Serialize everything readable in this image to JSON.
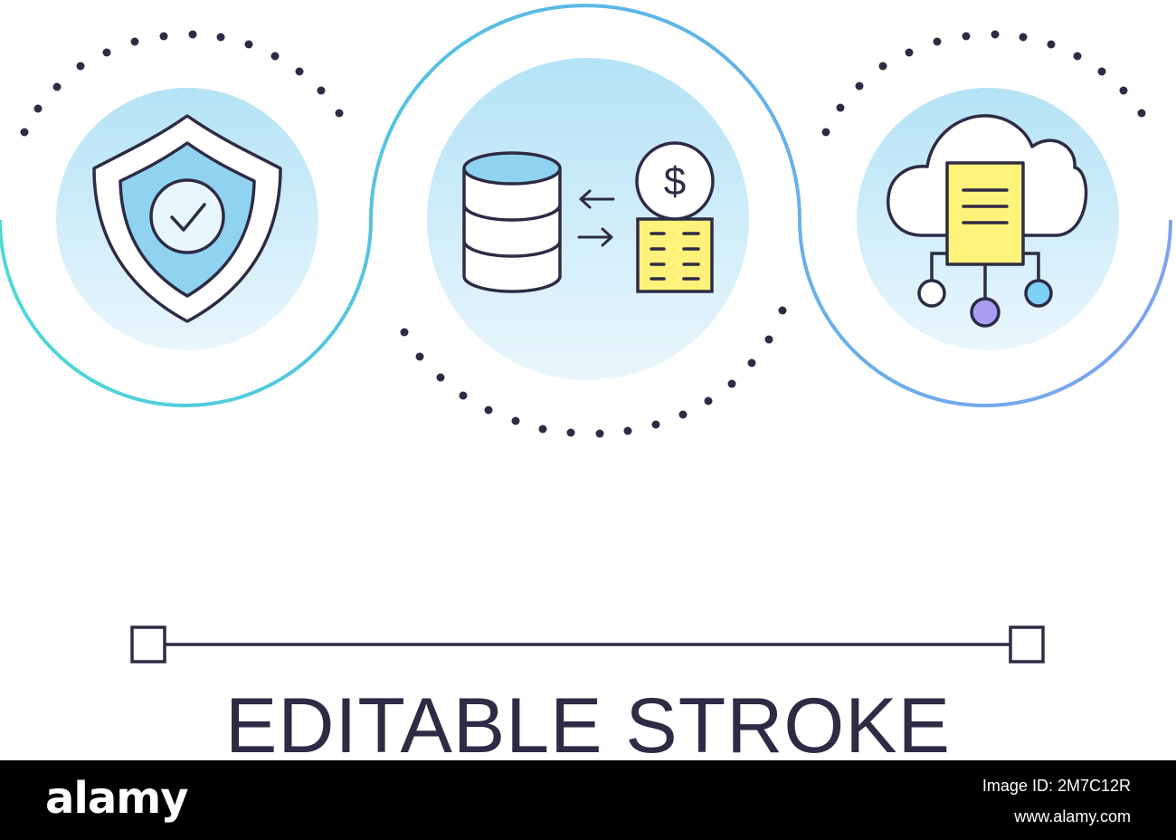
{
  "caption": "EDITABLE STROKE",
  "watermark": {
    "brand": "alamy",
    "image_id": "Image ID: 2M7C12R",
    "site": "www.alamy.com"
  },
  "icons": [
    "shield-check-icon",
    "database-icon",
    "exchange-arrows-icon",
    "dollar-coin-icon",
    "coin-stack-icon",
    "cloud-document-icon",
    "network-nodes-icon"
  ],
  "colors": {
    "outline": "#2e2b45",
    "bubble_light": "#e8f6fd",
    "bubble_mid": "#b4e3f6",
    "shield_fill": "#8fd3f1",
    "coin_yellow": "#fff27a",
    "node_purple": "#a99cf3",
    "node_blue": "#7fd0f6",
    "ring_teal": "#4fd8d8",
    "ring_blue": "#7ea3f0"
  }
}
